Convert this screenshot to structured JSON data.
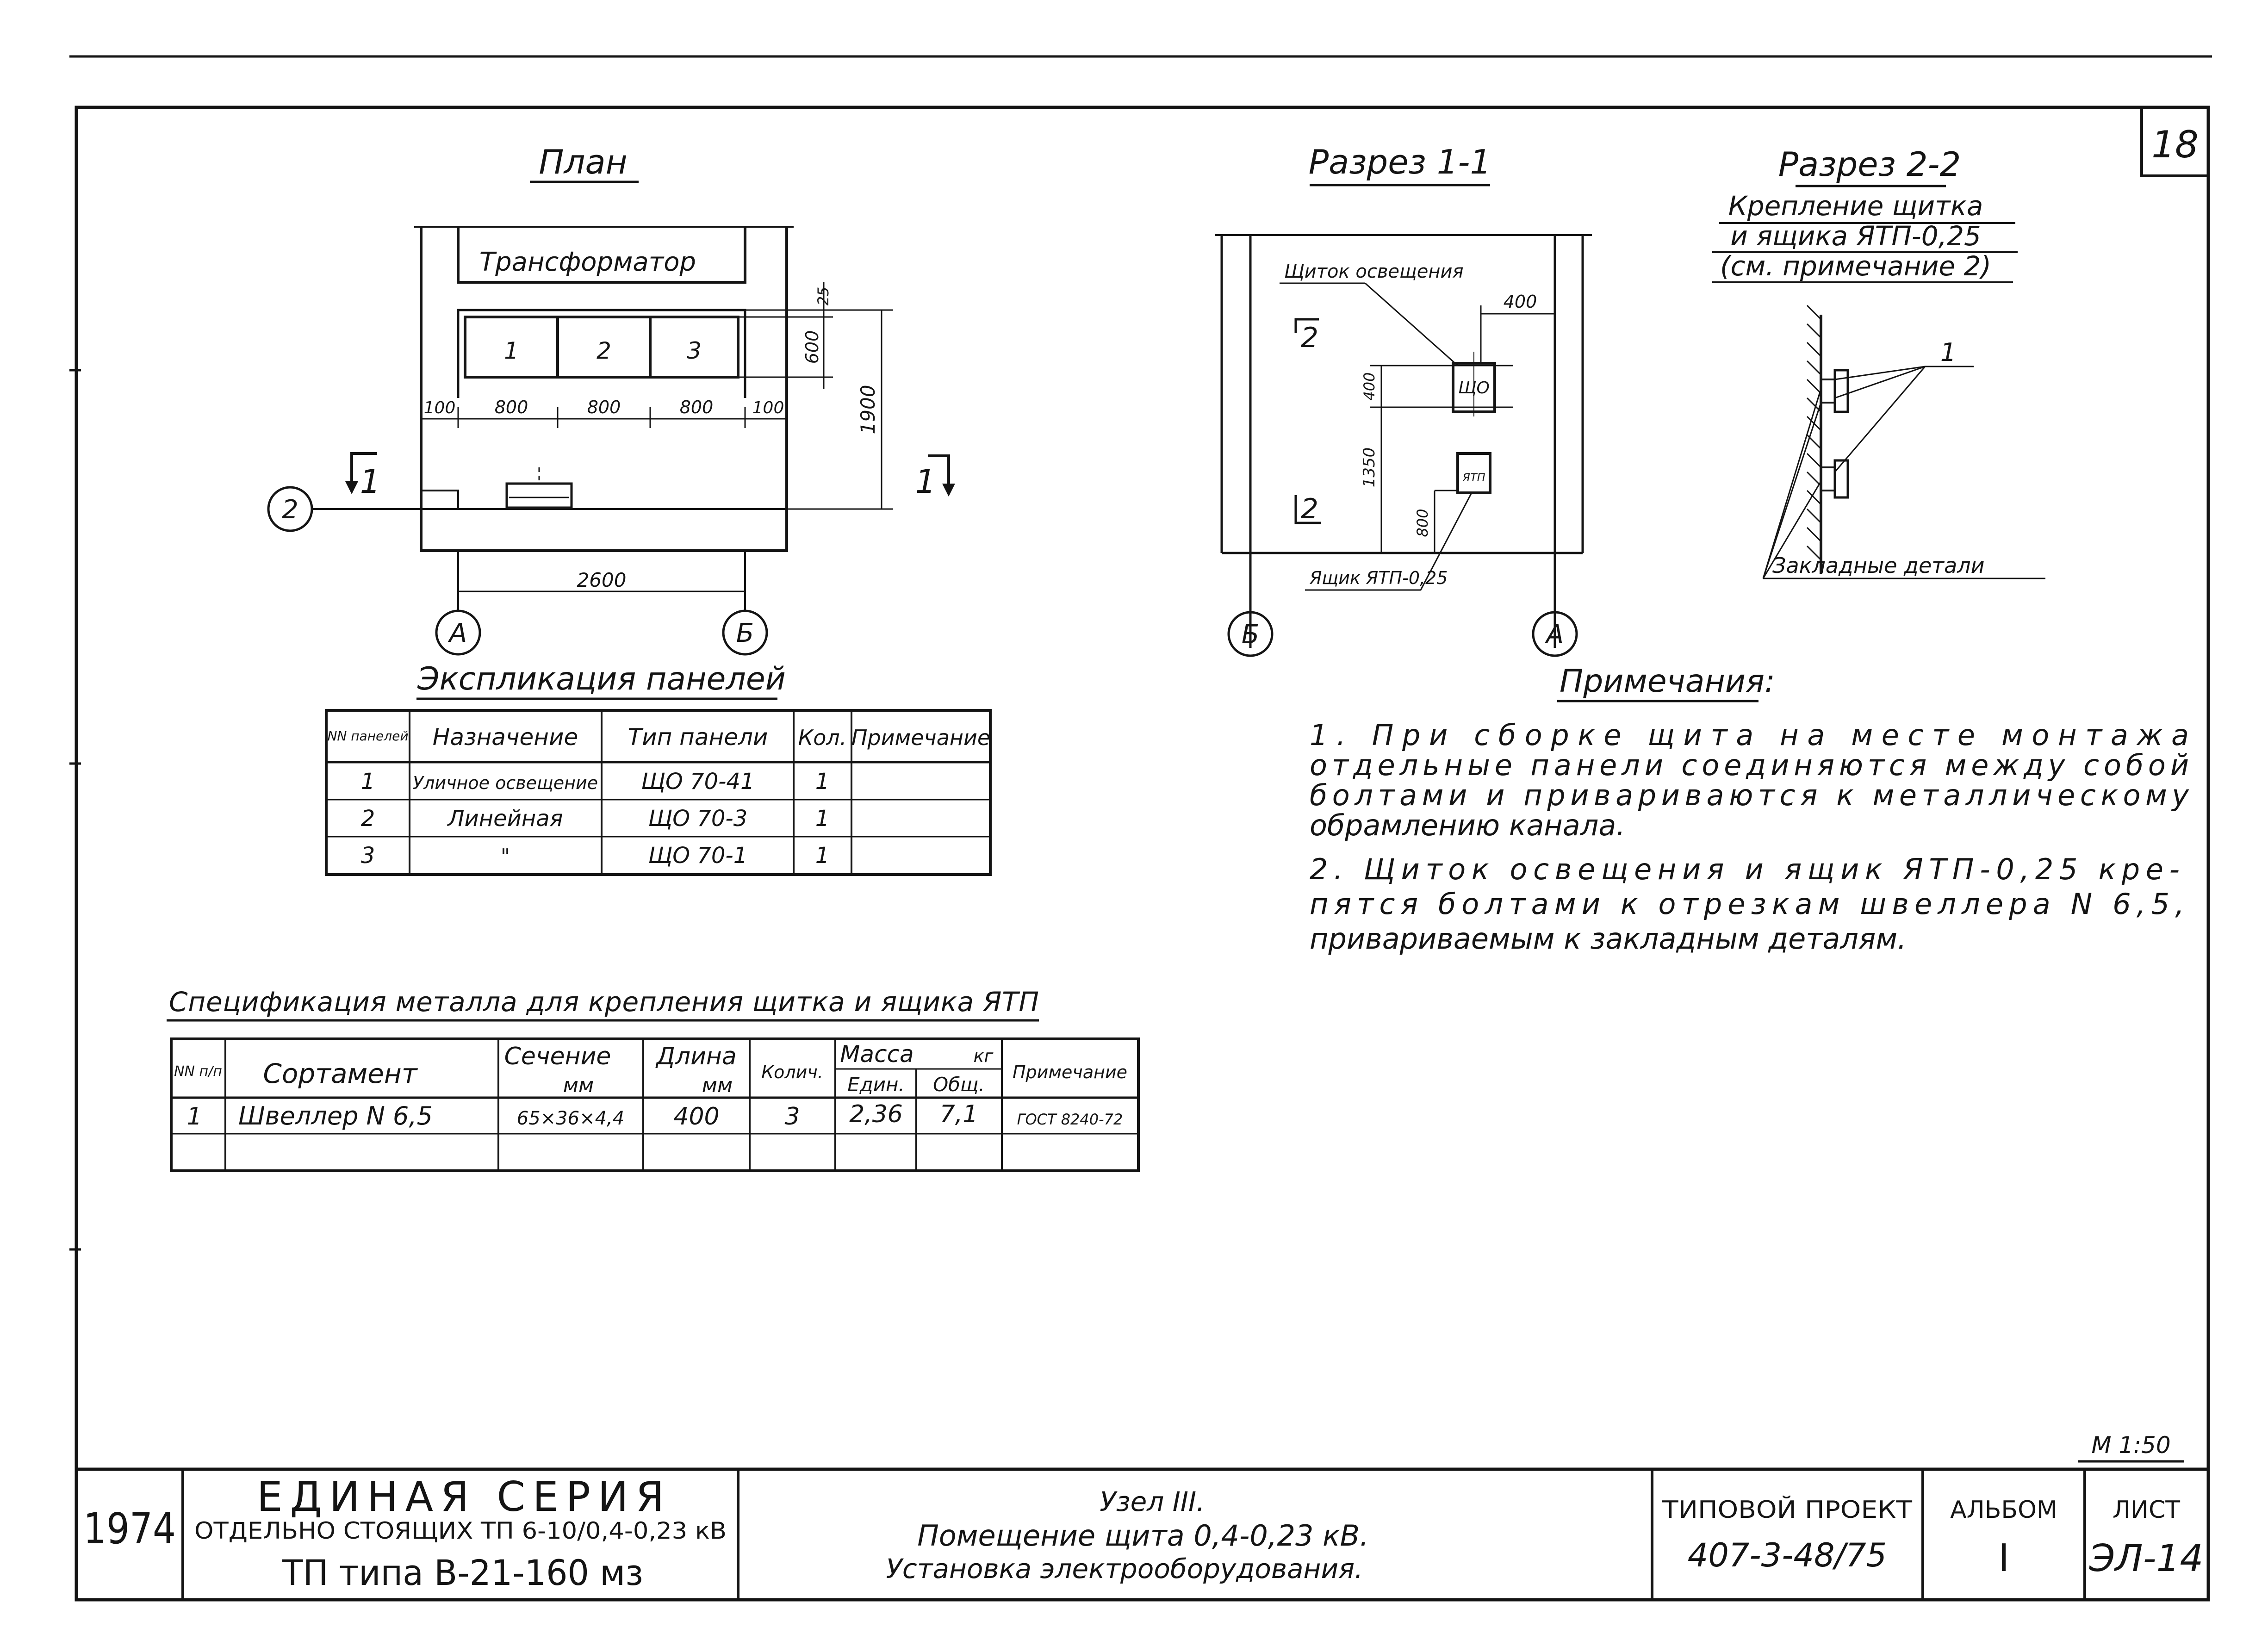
{
  "sheet": {
    "sheet_number": "18",
    "scale": "М 1:50"
  },
  "plan": {
    "title": "План",
    "transformer": "Трансформатор",
    "panel_labels": [
      "1",
      "2",
      "3"
    ],
    "dims": {
      "left": "100",
      "panel_widths": [
        "800",
        "800",
        "800"
      ],
      "right": "100",
      "gap_top": "25",
      "panel_depth": "600",
      "total_depth": "1900",
      "width": "2600"
    },
    "section_marks": [
      "1",
      "1"
    ],
    "axes": [
      "А",
      "Б"
    ],
    "axis_side": "2"
  },
  "section11": {
    "title": "Разрез 1-1",
    "panel_label": "Щиток освещения",
    "box_label": "Ящик ЯТП-0,25",
    "shield_text": "ЩО",
    "box_text": "ЯТП",
    "dims": {
      "offset": "400",
      "shield_h": "400",
      "height": "1350",
      "box_h": "800"
    },
    "section_marks": [
      "2",
      "2"
    ],
    "axes": [
      "Б",
      "А"
    ]
  },
  "section22": {
    "title": "Разрез 2-2",
    "subtitle": [
      "Крепление щитка",
      "и ящика ЯТП-0,25",
      "(см. примечание 2)"
    ],
    "callout": "1",
    "embedded": "Закладные детали"
  },
  "explication": {
    "title": "Экспликация панелей",
    "headers": [
      "NN панелей",
      "Назначение",
      "Тип панели",
      "Кол.",
      "Примечание"
    ],
    "rows": [
      [
        "1",
        "Уличное освещение",
        "ЩО 70-41",
        "1",
        ""
      ],
      [
        "2",
        "Линейная",
        "ЩО 70-3",
        "1",
        ""
      ],
      [
        "3",
        "\"",
        "ЩО 70-1",
        "1",
        ""
      ]
    ]
  },
  "spec": {
    "title": "Спецификация металла для крепления щитка и ящика ЯТП",
    "headers": {
      "num": "NN п/п",
      "item": "Сортамент",
      "section": "Сечение",
      "section_unit": "мм",
      "length": "Длина",
      "length_unit": "мм",
      "qty": "Колич.",
      "mass": "Масса",
      "mass_unit": "кг",
      "unit_mass": "Един.",
      "total_mass": "Общ.",
      "note": "Примечание"
    },
    "rows": [
      [
        "1",
        "Швеллер N 6,5",
        "65×36×4,4",
        "400",
        "3",
        "2,36",
        "7,1",
        "ГОСТ 8240-72"
      ]
    ]
  },
  "notes": {
    "title": "Примечания:",
    "lines": [
      "1. При сборке щита на месте монтажа",
      "отдельные панели соединяются между собой",
      "болтами и привариваются к металлическому",
      "обрамлению канала.",
      "2. Щиток освещения и ящик ЯТП-0,25 кре-",
      "пятся болтами к отрезкам швеллера N 6,5,",
      "привариваемым к закладным деталям."
    ]
  },
  "title_block": {
    "year": "1974",
    "series": "ЕДИНАЯ СЕРИЯ",
    "series_sub": "ОТДЕЛЬНО СТОЯЩИХ ТП 6-10/0,4-0,23 кВ",
    "tp_type": "ТП типа В-21-160 мз",
    "node": "Узел III.",
    "desc1": "Помещение щита 0,4-0,23 кВ.",
    "desc2": "Установка электрооборудования.",
    "project_label": "ТИПОВОЙ ПРОЕКТ",
    "project": "407-3-48/75",
    "album_label": "АЛЬБОМ",
    "album": "I",
    "sheet_label": "ЛИСТ",
    "sheet": "ЭЛ-14"
  }
}
